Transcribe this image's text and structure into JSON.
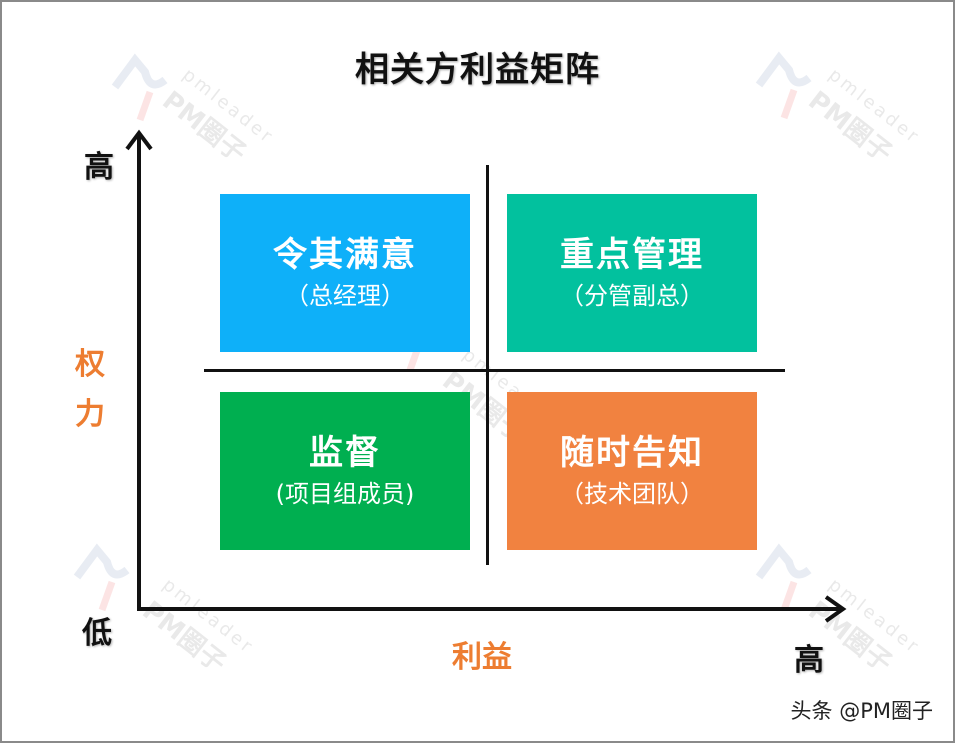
{
  "title": "相关方利益矩阵",
  "axes": {
    "y_label": "权力",
    "y_label_chars": [
      "权",
      "力"
    ],
    "y_high": "高",
    "origin_low": "低",
    "x_label": "利益",
    "x_high": "高"
  },
  "quadrants": [
    {
      "position": "top-left",
      "title": "令其满意",
      "subtitle": "（总经理）",
      "color": "#0eb0f9"
    },
    {
      "position": "top-right",
      "title": "重点管理",
      "subtitle": "（分管副总）",
      "color": "#02c19e"
    },
    {
      "position": "bottom-left",
      "title": "监督",
      "subtitle": "(项目组成员)",
      "color": "#00af50"
    },
    {
      "position": "bottom-right",
      "title": "随时告知",
      "subtitle": "（技术团队）",
      "color": "#f18240"
    }
  ],
  "colors": {
    "axis": "#111111",
    "axis_label_accent": "#ed7d31",
    "border": "#8a8a8a"
  },
  "watermark": {
    "brand_small": "pmleader",
    "brand_large": "PM圈子"
  },
  "footer": {
    "credit": "头条 @PM圈子"
  }
}
